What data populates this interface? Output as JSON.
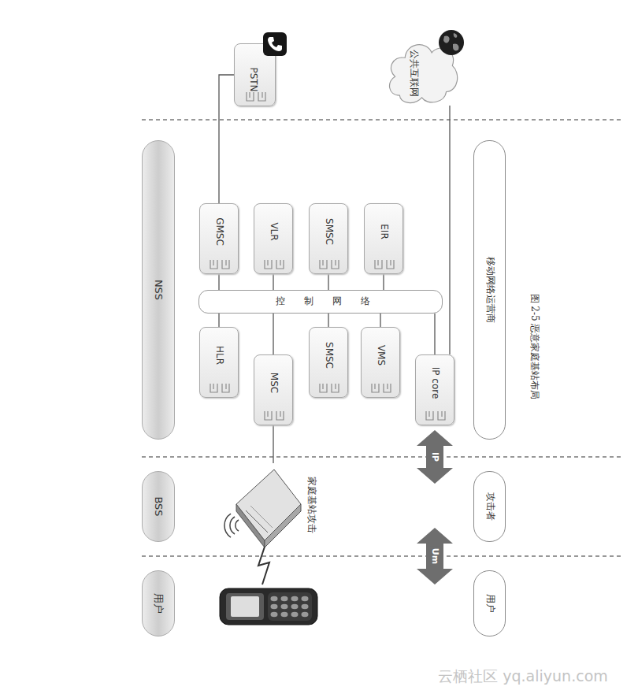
{
  "diagram": {
    "caption": "图 2-5 恶意家庭基站布局",
    "nodes": [
      {
        "text": [
          "NSS"
        ]
      },
      {
        "text": [
          "BSS"
        ]
      },
      {
        "text": [
          "用户"
        ]
      },
      {
        "text": [
          "PSTN"
        ]
      },
      {
        "text": [
          "公共互联网"
        ]
      },
      {
        "text": [
          "GMSC"
        ]
      },
      {
        "text": [
          "VLR"
        ]
      },
      {
        "text": [
          "SMSC"
        ]
      },
      {
        "text": [
          "EIR"
        ]
      },
      {
        "text": [
          "控制网络"
        ]
      },
      {
        "text": [
          "HLR"
        ]
      },
      {
        "text": [
          "MSC"
        ]
      },
      {
        "text": [
          "SMSC"
        ]
      },
      {
        "text": [
          "VMS"
        ]
      },
      {
        "text": [
          "IP core"
        ]
      },
      {
        "text": [
          "家庭基站攻击"
        ]
      },
      {
        "text": [
          "移动网络运营商"
        ]
      },
      {
        "text": [
          "攻击者"
        ]
      },
      {
        "text": [
          "用户"
        ]
      }
    ],
    "edges": [
      {
        "from": 5,
        "to": 3,
        "arrow": "none"
      },
      {
        "from": 14,
        "to": 4,
        "arrow": "none"
      },
      {
        "from": 5,
        "to": 9,
        "arrow": "none"
      },
      {
        "from": 6,
        "to": 9,
        "arrow": "none"
      },
      {
        "from": 7,
        "to": 9,
        "arrow": "none"
      },
      {
        "from": 8,
        "to": 9,
        "arrow": "none"
      },
      {
        "from": 10,
        "to": 9,
        "arrow": "none"
      },
      {
        "from": 11,
        "to": 9,
        "arrow": "none"
      },
      {
        "from": 12,
        "to": 9,
        "arrow": "none"
      },
      {
        "from": 13,
        "to": 9,
        "arrow": "none"
      },
      {
        "from": 14,
        "to": 9,
        "arrow": "none"
      },
      {
        "from": 11,
        "to": 15,
        "arrow": "none"
      }
    ],
    "labels": [
      "IP",
      "Um",
      "云栖社区 yq.aliyun.com"
    ]
  }
}
